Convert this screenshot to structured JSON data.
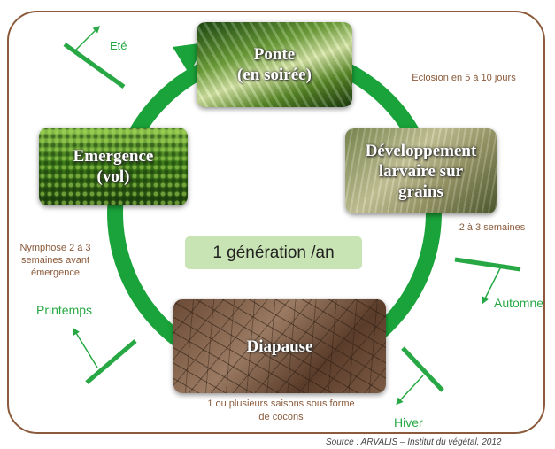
{
  "stages": {
    "ponte": "Ponte\n(en soirée)",
    "developpement": "Développement\nlarvaire sur\ngrains",
    "emergence": "Emergence\n(vol)",
    "diapause": "Diapause"
  },
  "center_label": "1 génération /an",
  "notes": {
    "eclosion": "Eclosion en 5 à 10 jours",
    "dev_duration": "2 à 3 semaines",
    "nymphose": "Nymphose 2 à 3 semaines avant émergence",
    "diapause": "1 ou plusieurs saisons sous forme de cocons"
  },
  "seasons": {
    "ete": "Eté",
    "automne": "Automne",
    "hiver": "Hiver",
    "printemps": "Printemps"
  },
  "source": "Source : ARVALIS – Institut du végétal, 2012",
  "colors": {
    "cycle_arrow": "#1aa33a",
    "season_marker": "#27a844",
    "frame": "#8a5a3a",
    "center_box": "#c9e4b4"
  }
}
